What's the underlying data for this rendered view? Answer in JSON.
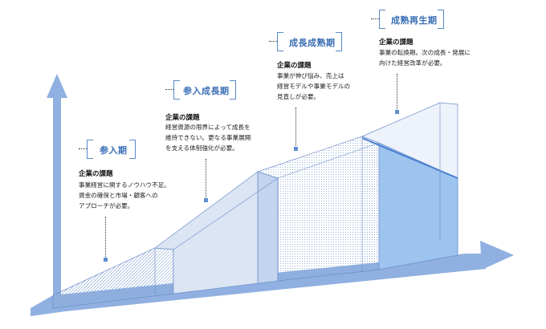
{
  "stages": [
    {
      "title": "参入期",
      "challenge_heading": "企業の課題",
      "challenge_lines": [
        "事業経営に関するノウハウ不足。",
        "資金の確保と市場・顧客への",
        "アプローチが必要。"
      ]
    },
    {
      "title": "参入成長期",
      "challenge_heading": "企業の課題",
      "challenge_lines": [
        "経営資源の限界によって成長を",
        "維持できない。更なる事業展開",
        "を支える体制強化が必要。"
      ]
    },
    {
      "title": "成長成熟期",
      "challenge_heading": "企業の課題",
      "challenge_lines": [
        "事業が伸び悩み、売上は",
        "経営モデルや事業モデルの",
        "見直しが必要。"
      ]
    },
    {
      "title": "成熟再生期",
      "challenge_heading": "企業の課題",
      "challenge_lines": [
        "事業の転換期。次の成長・発展に",
        "向けた経営改革が必要。"
      ]
    }
  ],
  "colors": {
    "axis": "#7d9fd6",
    "stage_fill": "#dbe5f4",
    "stage_fill_dark": "#c2d4ee",
    "stage_last": "#9dc3ef",
    "outline": "#6d8ec9",
    "title": "#3a6fb5"
  }
}
